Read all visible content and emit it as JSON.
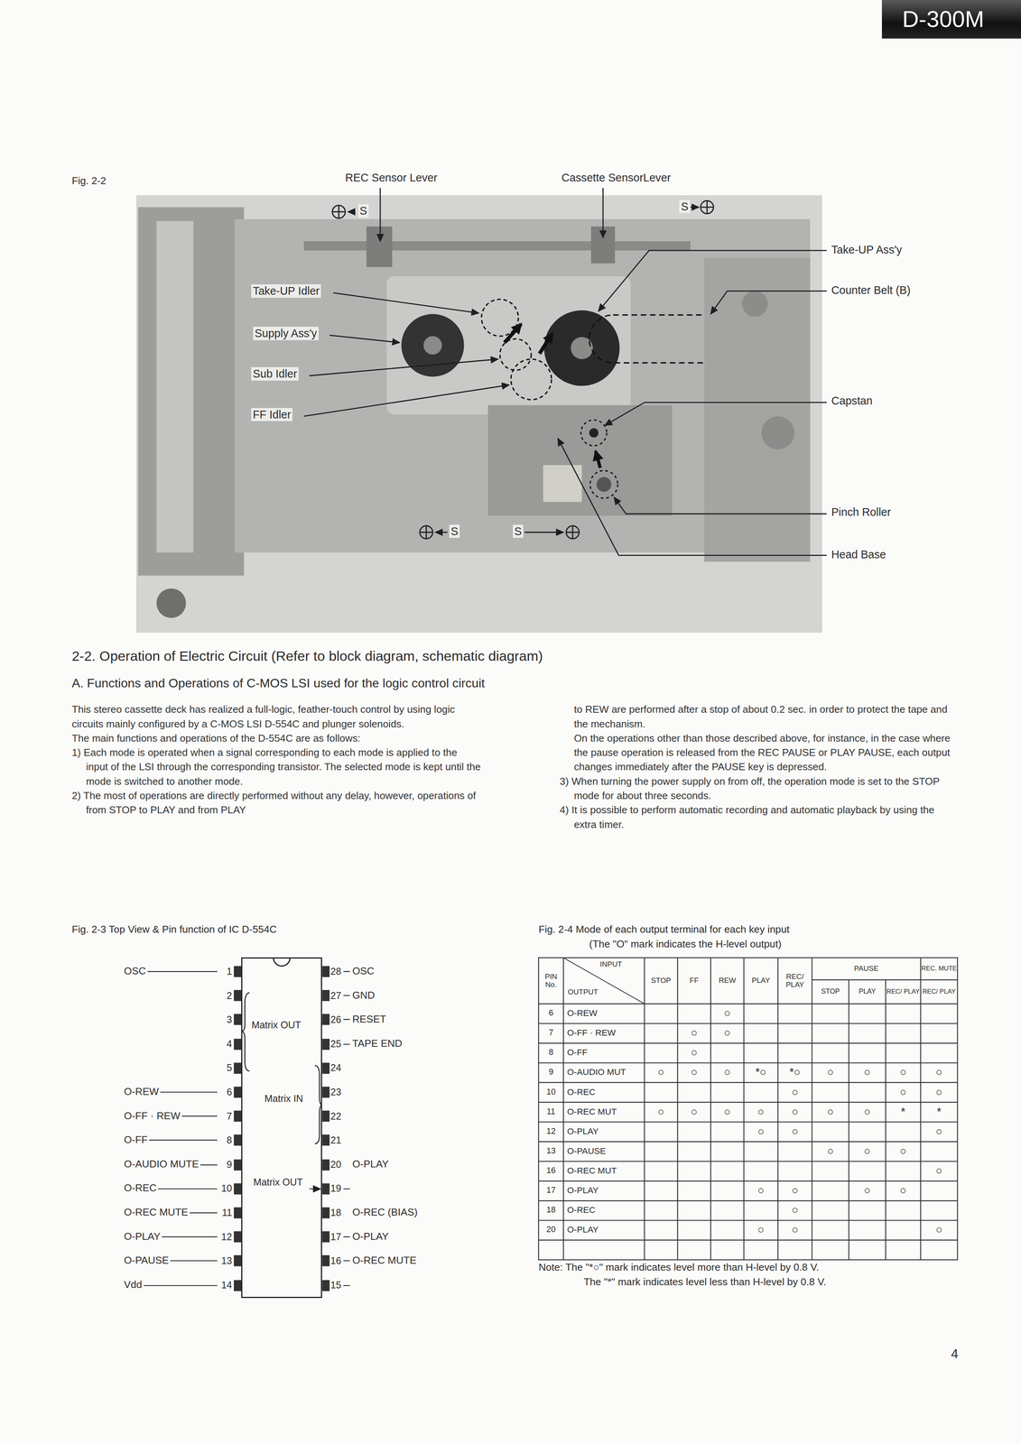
{
  "diagram": {
    "nodes": [
      {
        "text": [
          "D-300M"
        ]
      },
      {
        "text": [
          "Matrix OUT",
          "Matrix IN",
          "Matrix OUT"
        ]
      }
    ],
    "labels": [
      "Fig. 2-2",
      "REC Sensor Lever",
      "Cassette SensorLever",
      "S",
      "S",
      "Take-UP Ass'y",
      "Counter Belt (B)",
      "Take-UP Idler",
      "Supply Ass'y",
      "Sub Idler",
      "FF Idler",
      "Capstan",
      "Pinch Roller",
      "Head Base",
      "S",
      "S",
      "2-2. Operation of Electric Circuit (Refer to block diagram, schematic diagram)",
      "A. Functions and Operations of C-MOS LSI used for the logic control circuit",
      "This stereo cassette deck has realized a full-logic, feather-touch control by using logic circuits mainly configured by a C-MOS LSI D-554C and plunger solenoids.",
      "The main functions and operations of the D-554C are as follows:",
      "1) Each mode is operated when a signal corresponding to each mode is applied to the input of the LSI through the corresponding transistor. The selected mode is kept until the mode is switched to another mode.",
      "2) The most of operations are directly performed without any delay, however, operations of from STOP to PLAY and from PLAY",
      "to REW are performed after a stop of about 0.2 sec. in order to protect the tape and the mechanism.",
      "On the operations other than those described above, for instance, in the case where the pause operation is released from the REC PAUSE or PLAY PAUSE, each output changes immediately after the PAUSE key is depressed.",
      "3) When turning the power supply on from off, the operation mode is set to the STOP mode for about three seconds.",
      "4) It is possible to perform automatic recording and automatic playback by using the extra timer.",
      "Fig. 2-3 Top View & Pin function of IC D-554C",
      "Fig. 2-4 Mode of each output terminal for each key input",
      "(The \"O\" mark indicates the H-level output)",
      "OSC",
      "1",
      "2",
      "3",
      "4",
      "5",
      "O-REW",
      "6",
      "O-FF · REW",
      "7",
      "O-FF",
      "8",
      "O-AUDIO MUTE",
      "9",
      "O-REC",
      "10",
      "O-REC MUTE",
      "11",
      "O-PLAY",
      "12",
      "O-PAUSE",
      "13",
      "Vdd",
      "14",
      "28",
      "OSC",
      "27",
      "GND",
      "26",
      "RESET",
      "25",
      "TAPE END",
      "24",
      "23",
      "22",
      "21",
      "20",
      "O-PLAY",
      "19",
      "18",
      "O-REC (BIAS)",
      "17",
      "O-PLAY",
      "16",
      "O-REC MUTE",
      "15",
      "PIN No.",
      "INPUT",
      "OUTPUT",
      "STOP",
      "FF",
      "REW",
      "PLAY",
      "REC/ PLAY",
      "PAUSE",
      "STOP",
      "PLAY",
      "REC/ PLAY",
      "REC. MUTE",
      "REC/ PLAY",
      "6",
      "O-REW",
      "○",
      "7",
      "O-FF · REW",
      "○",
      "○",
      "8",
      "O-FF",
      "○",
      "9",
      "O-AUDIO MUT",
      "○",
      "○",
      "○",
      "*○",
      "*○",
      "○",
      "○",
      "○",
      "○",
      "10",
      "O-REC",
      "○",
      "○",
      "○",
      "11",
      "O-REC MUT",
      "○",
      "○",
      "○",
      "○",
      "○",
      "○",
      "○",
      "*",
      "*",
      "12",
      "O-PLAY",
      "○",
      "○",
      "○",
      "13",
      "O-PAUSE",
      "○",
      "○",
      "○",
      "16",
      "O-REC MUT",
      "○",
      "17",
      "O-PLAY",
      "○",
      "○",
      "○",
      "○",
      "18",
      "O-REC",
      "○",
      "20",
      "O-PLAY",
      "○",
      "○",
      "○",
      "Note: The \"*○\" mark indicates level more than H-level by 0.8 V.",
      "The \"*\" mark indicates level less than H-level by 0.8 V.",
      "4"
    ]
  }
}
